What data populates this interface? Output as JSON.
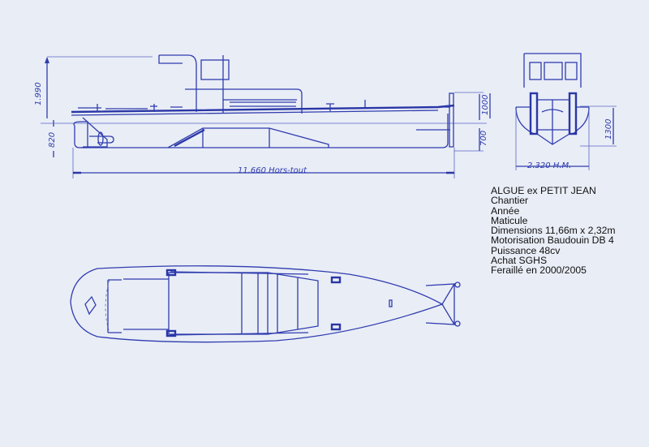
{
  "drawing": {
    "side_view": {
      "height_label": "1.990",
      "draft_label": "820",
      "stern_height_label": "1000",
      "stern_draft_label": "700",
      "length_label": "11.660 Hors-tout"
    },
    "front_view": {
      "beam_label": "2.320 H.M.",
      "height_label": "1300"
    }
  },
  "info": {
    "title": "ALGUE ex PETIT JEAN",
    "lines": [
      "Chantier",
      "Année",
      "Maticule",
      "Dimensions 11,66m x 2,32m",
      "Motorisation Baudouin DB 4",
      "Puissance 48cv",
      "Achat SGHS",
      "Feraillé en 2000/2005"
    ]
  },
  "colors": {
    "paper": "#e9edf6",
    "ink": "#2f3cae"
  }
}
